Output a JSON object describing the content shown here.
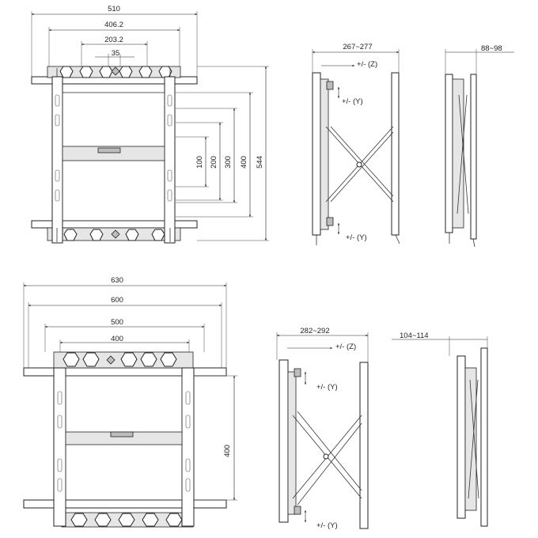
{
  "panels": {
    "top_front": {
      "dims": {
        "w510": "510",
        "w406": "406.2",
        "w203": "203.2",
        "w35": "35",
        "h100": "100",
        "h200": "200",
        "h300": "300",
        "h400": "400",
        "h544": "544"
      }
    },
    "top_side": {
      "depth": "267~277",
      "z": "+/- (Z)",
      "y_top": "+/- (Y)",
      "y_bottom": "+/- (Y)"
    },
    "top_profile": {
      "depth": "88~98"
    },
    "bottom_front": {
      "dims": {
        "w630": "630",
        "w600": "600",
        "w500": "500",
        "w400": "400",
        "h400": "400"
      }
    },
    "bottom_side": {
      "depth": "282~292",
      "z": "+/- (Z)",
      "y_top": "+/- (Y)",
      "y_bottom": "+/- (Y)"
    },
    "bottom_profile": {
      "depth": "104~114"
    }
  }
}
